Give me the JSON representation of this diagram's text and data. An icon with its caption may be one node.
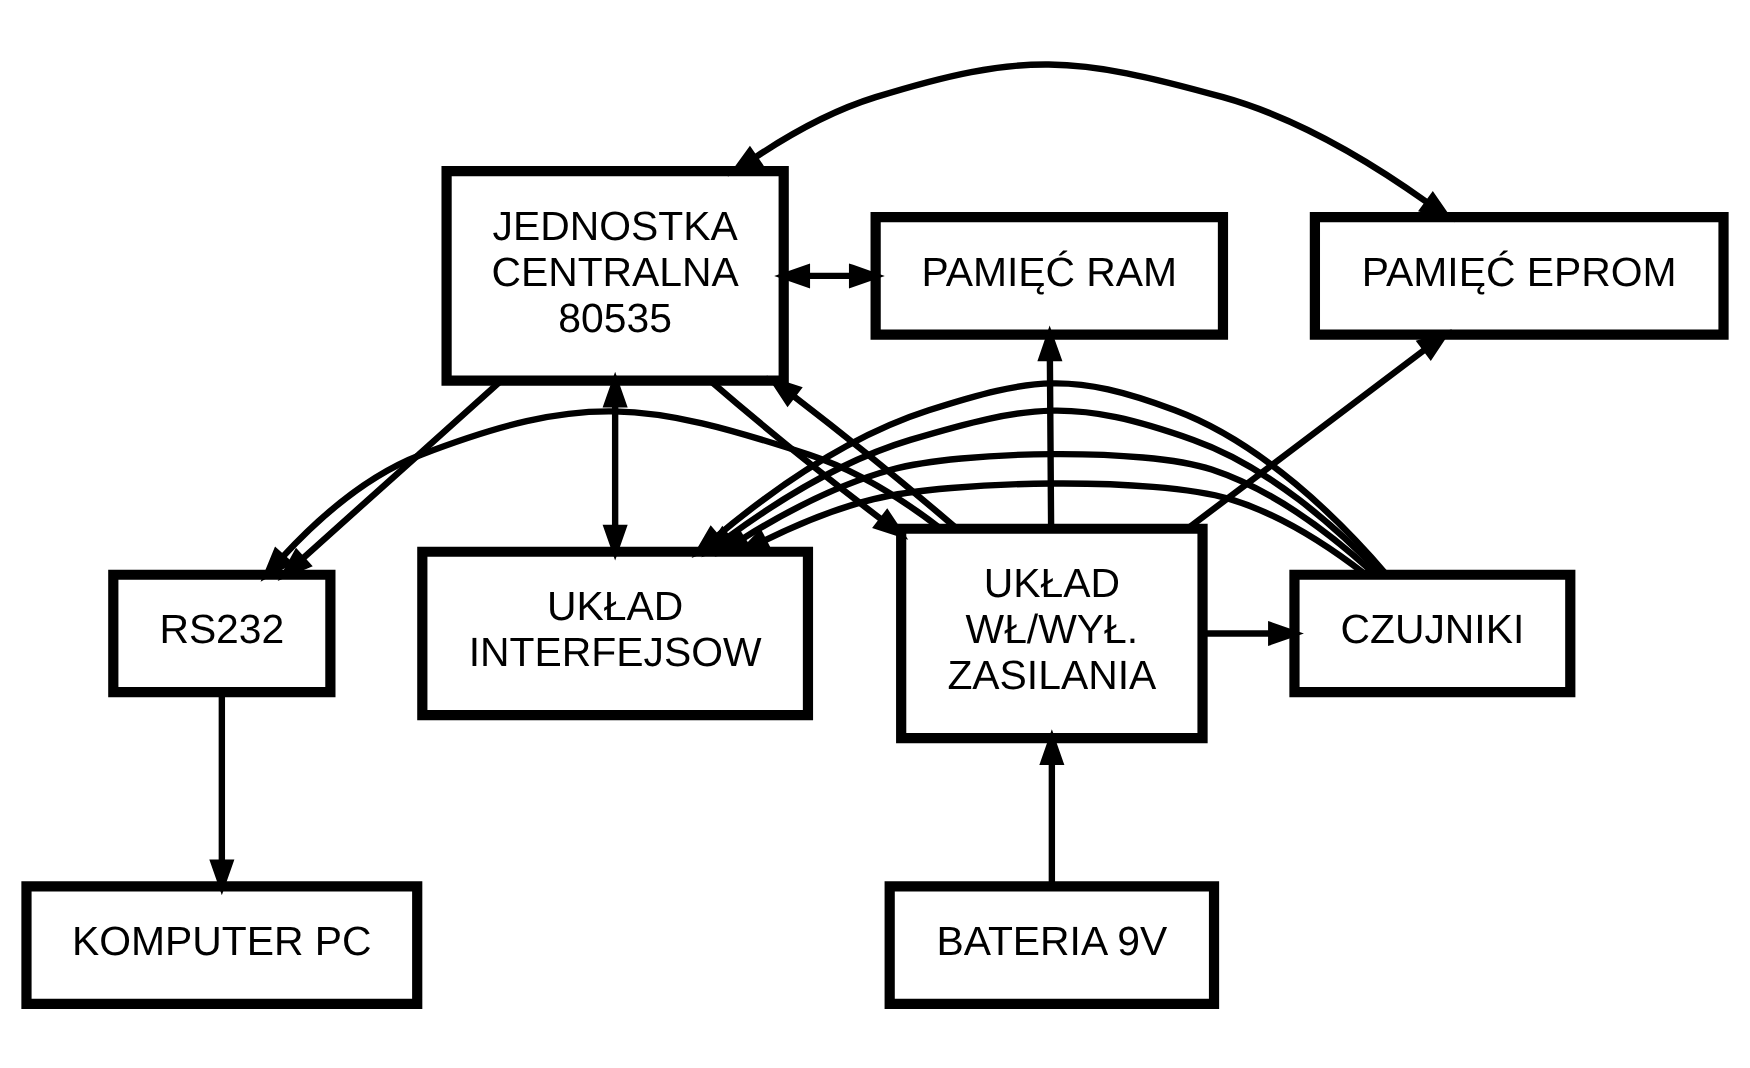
{
  "diagram": {
    "nodes": [
      {
        "text": [
          "JEDNOSTKA CENTRALNA 80535"
        ]
      },
      {
        "text": [
          "PAMIĘĆ RAM"
        ]
      },
      {
        "text": [
          "PAMIĘĆ EPROM"
        ]
      },
      {
        "text": [
          "RS232"
        ]
      },
      {
        "text": [
          "UKŁAD WŁ/WYŁ. ZASILANIA"
        ]
      },
      {
        "text": [
          "UKŁAD INTERFEJSOW"
        ]
      },
      {
        "text": [
          "CZUJNIKI"
        ]
      },
      {
        "text": [
          "KOMPUTER PC"
        ]
      },
      {
        "text": [
          "BATERIA 9V"
        ]
      }
    ],
    "edges": [
      {
        "from": 0,
        "to": 3,
        "arrow": "to"
      },
      {
        "from": 0,
        "to": 4,
        "arrow": "to"
      },
      {
        "from": 4,
        "to": 0,
        "arrow": "to"
      },
      {
        "from": 4,
        "to": 3,
        "arrow": "to"
      },
      {
        "from": 4,
        "to": 1,
        "arrow": "to"
      },
      {
        "from": 4,
        "to": 2,
        "arrow": "to"
      },
      {
        "from": 4,
        "to": 6,
        "arrow": "to"
      },
      {
        "from": 0,
        "to": 1,
        "arrow": "both"
      },
      {
        "from": 0,
        "to": 2,
        "arrow": "both"
      },
      {
        "from": 0,
        "to": 5,
        "arrow": "both"
      },
      {
        "from": 6,
        "to": 5,
        "arrow": "to"
      },
      {
        "from": 6,
        "to": 5,
        "arrow": "to"
      },
      {
        "from": 6,
        "to": 5,
        "arrow": "to"
      },
      {
        "from": 6,
        "to": 5,
        "arrow": "to"
      },
      {
        "from": 3,
        "to": 7,
        "arrow": "to"
      },
      {
        "from": 8,
        "to": 4,
        "arrow": "to"
      }
    ]
  }
}
